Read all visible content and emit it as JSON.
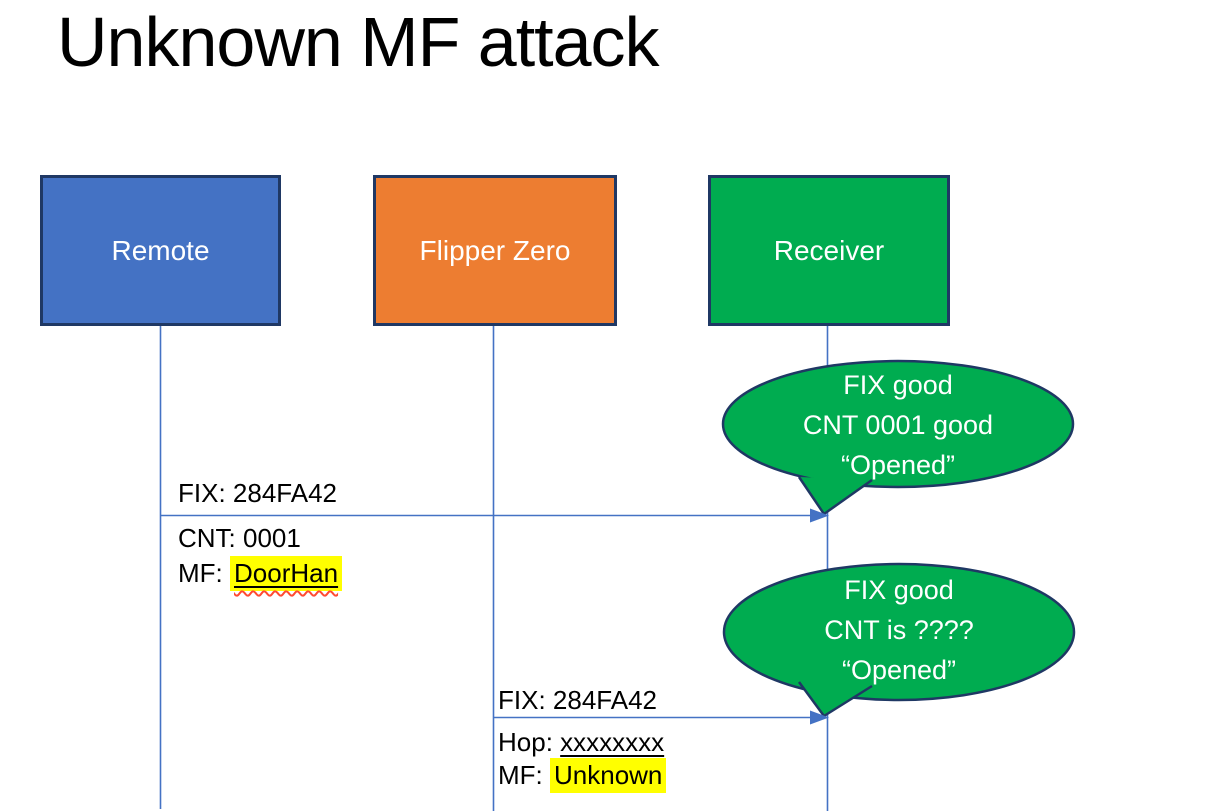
{
  "title": "Unknown MF attack",
  "actors": [
    {
      "name": "Remote",
      "fill": "#4472c4"
    },
    {
      "name": "Flipper Zero",
      "fill": "#ed7d31"
    },
    {
      "name": "Receiver",
      "fill": "#00ac50"
    }
  ],
  "bubbles": [
    {
      "lines": [
        "FIX good",
        "CNT 0001 good",
        "“Opened”"
      ]
    },
    {
      "lines": [
        "FIX good",
        "CNT is ????",
        "“Opened”"
      ]
    }
  ],
  "messages": [
    {
      "from": "Remote",
      "to": "Receiver",
      "line1": "FIX: 284FA42",
      "line2": "CNT: 0001",
      "line3_prefix": "MF: ",
      "line3_value": "DoorHan"
    },
    {
      "from": "Flipper Zero",
      "to": "Receiver",
      "line1": "FIX: 284FA42",
      "line2_prefix": "Hop: ",
      "line2_value": "xxxxxxxx",
      "line3_prefix": "MF: ",
      "line3_value": "Unknown"
    }
  ],
  "colors": {
    "actor_fill_blue": "#4472c4",
    "actor_fill_orange": "#ed7d31",
    "actor_fill_green": "#00ac50",
    "shape_border": "#1f3864",
    "connector_blue": "#4472c4",
    "bubble_fill": "#00ac50",
    "highlight_yellow": "#ffff00",
    "spellcheck_red": "#ff4b33",
    "actor_text": "#ffffff",
    "label_text": "#000000"
  }
}
